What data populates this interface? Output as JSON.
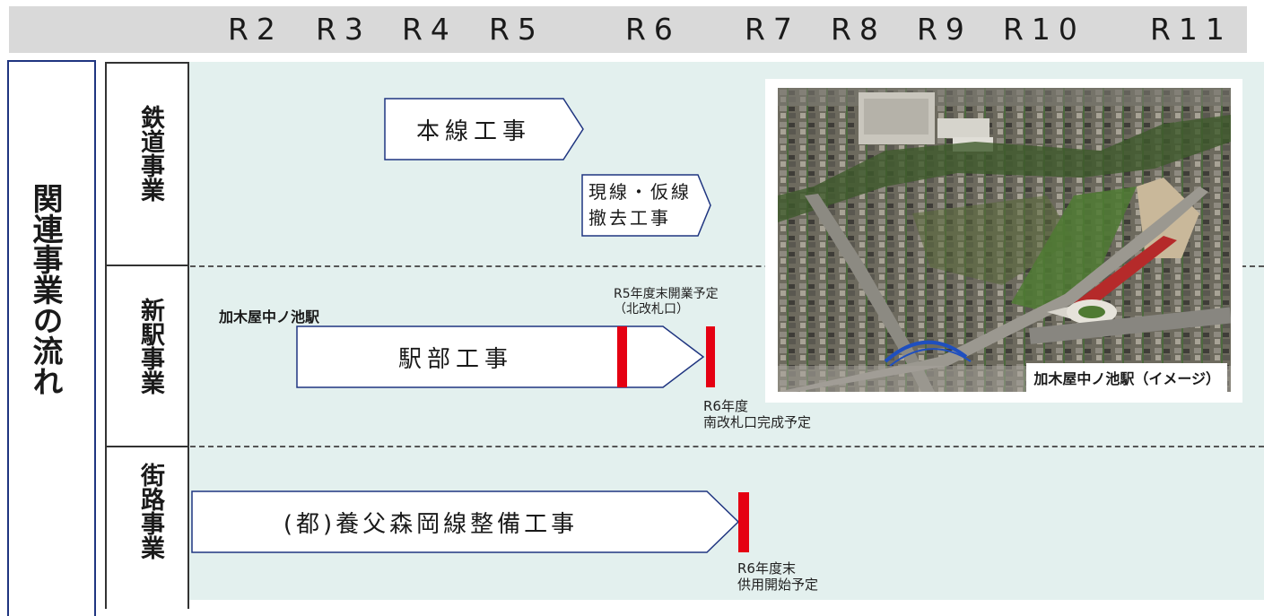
{
  "timeline": {
    "years": [
      "R2",
      "R3",
      "R4",
      "R5",
      "R6",
      "R7",
      "R8",
      "R9",
      "R10",
      "R11"
    ]
  },
  "left_title": "関連事業の流れ",
  "categories": {
    "railway": "鉄道事業",
    "new_station": "新駅事業",
    "street": "街路事業"
  },
  "railway": {
    "main_line_work": "本線工事",
    "removal_work_line1": "現線・仮線",
    "removal_work_line2": "撤去工事"
  },
  "new_station": {
    "station_name": "加木屋中ノ池駅",
    "station_work": "駅部工事",
    "note_r5_line1": "R5年度末開業予定",
    "note_r5_line2": "（北改札口）",
    "note_r6_line1": "R6年度",
    "note_r6_line2": "南改札口完成予定"
  },
  "street": {
    "road_work": "(都)養父森岡線整備工事",
    "note_line1": "R6年度末",
    "note_line2": "供用開始予定"
  },
  "photo": {
    "caption": "加木屋中ノ池駅（イメージ）"
  },
  "colors": {
    "milestone_red": "#e50012",
    "frame_blue": "#1f3580",
    "background_teal": "#e3f0ee",
    "header_gray": "#d9d9d9",
    "arrow_border": "#1f3580"
  }
}
